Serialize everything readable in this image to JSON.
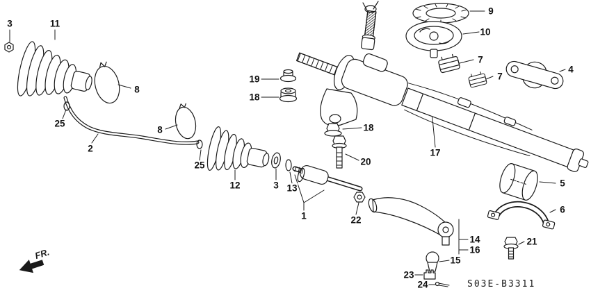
{
  "diagram": {
    "part_code": "S03E-B3311",
    "fr_label": "FR.",
    "colors": {
      "ink": "#1a1a1a",
      "background": "#ffffff"
    },
    "callouts": [
      {
        "text": "3"
      },
      {
        "text": "11"
      },
      {
        "text": "8"
      },
      {
        "text": "25"
      },
      {
        "text": "2"
      },
      {
        "text": "8"
      },
      {
        "text": "25"
      },
      {
        "text": "12"
      },
      {
        "text": "3"
      },
      {
        "text": "13"
      },
      {
        "text": "1"
      },
      {
        "text": "22"
      },
      {
        "text": "19"
      },
      {
        "text": "18"
      },
      {
        "text": "18"
      },
      {
        "text": "20"
      },
      {
        "text": "17"
      },
      {
        "text": "9"
      },
      {
        "text": "10"
      },
      {
        "text": "7"
      },
      {
        "text": "7"
      },
      {
        "text": "4"
      },
      {
        "text": "5"
      },
      {
        "text": "6"
      },
      {
        "text": "21"
      },
      {
        "text": "14"
      },
      {
        "text": "16"
      },
      {
        "text": "15"
      },
      {
        "text": "23"
      },
      {
        "text": "24"
      }
    ]
  }
}
